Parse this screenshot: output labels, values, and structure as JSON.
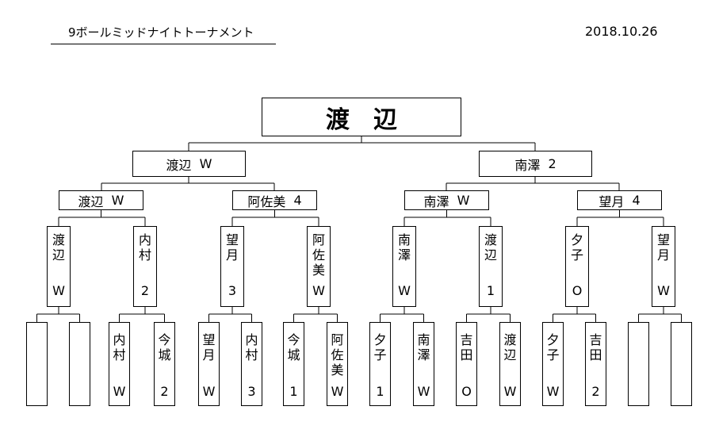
{
  "header": {
    "title": "9ボールミッドナイトトーナメント",
    "date": "2018.10.26"
  },
  "champion": "渡　辺",
  "semifinal": [
    {
      "name": "渡辺",
      "score": "W"
    },
    {
      "name": "南澤",
      "score": "2"
    }
  ],
  "quarterfinal": [
    {
      "name": "渡辺",
      "score": "W"
    },
    {
      "name": "阿佐美",
      "score": "4"
    },
    {
      "name": "南澤",
      "score": "W"
    },
    {
      "name": "望月",
      "score": "4"
    }
  ],
  "round2": [
    {
      "name": "渡辺",
      "score": "W"
    },
    {
      "name": "内村",
      "score": "2"
    },
    {
      "name": "望月",
      "score": "3"
    },
    {
      "name": "阿佐美",
      "score": "W"
    },
    {
      "name": "南澤",
      "score": "W"
    },
    {
      "name": "渡辺",
      "score": "1"
    },
    {
      "name": "夕子",
      "score": "O"
    },
    {
      "name": "望月",
      "score": "W"
    }
  ],
  "round1": [
    {
      "name": "",
      "score": ""
    },
    {
      "name": "",
      "score": ""
    },
    {
      "name": "内村",
      "score": "W"
    },
    {
      "name": "今城",
      "score": "2"
    },
    {
      "name": "望月",
      "score": "W"
    },
    {
      "name": "内村",
      "score": "3"
    },
    {
      "name": "今城",
      "score": "1"
    },
    {
      "name": "阿佐美",
      "score": "W"
    },
    {
      "name": "夕子",
      "score": "1"
    },
    {
      "name": "南澤",
      "score": "W"
    },
    {
      "name": "吉田",
      "score": "O"
    },
    {
      "name": "渡辺",
      "score": "W"
    },
    {
      "name": "夕子",
      "score": "W"
    },
    {
      "name": "吉田",
      "score": "2"
    },
    {
      "name": "",
      "score": ""
    },
    {
      "name": "",
      "score": ""
    }
  ]
}
